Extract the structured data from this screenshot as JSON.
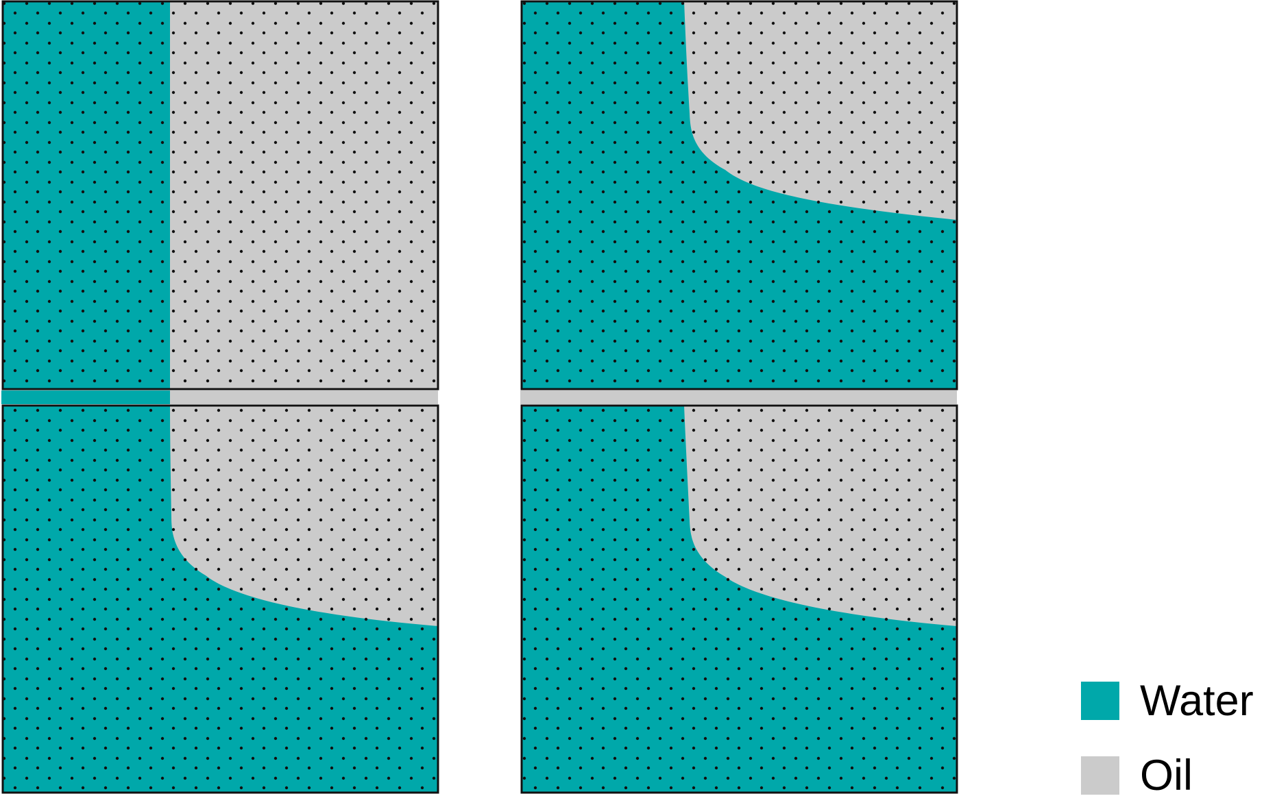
{
  "colors": {
    "water": "#00a8aa",
    "oil": "#cbcbcb",
    "grain": "#111111",
    "border": "#111111"
  },
  "legend": {
    "water": {
      "label": "Water",
      "color": "#00a8aa"
    },
    "oil": {
      "label": "Oil",
      "color": "#cbcbcb"
    }
  },
  "panels": [
    {
      "id": "top-left",
      "front": "vertical"
    },
    {
      "id": "top-right",
      "front": "curved"
    },
    {
      "id": "bottom-left",
      "front": "curved"
    },
    {
      "id": "bottom-right",
      "front": "curved"
    }
  ]
}
